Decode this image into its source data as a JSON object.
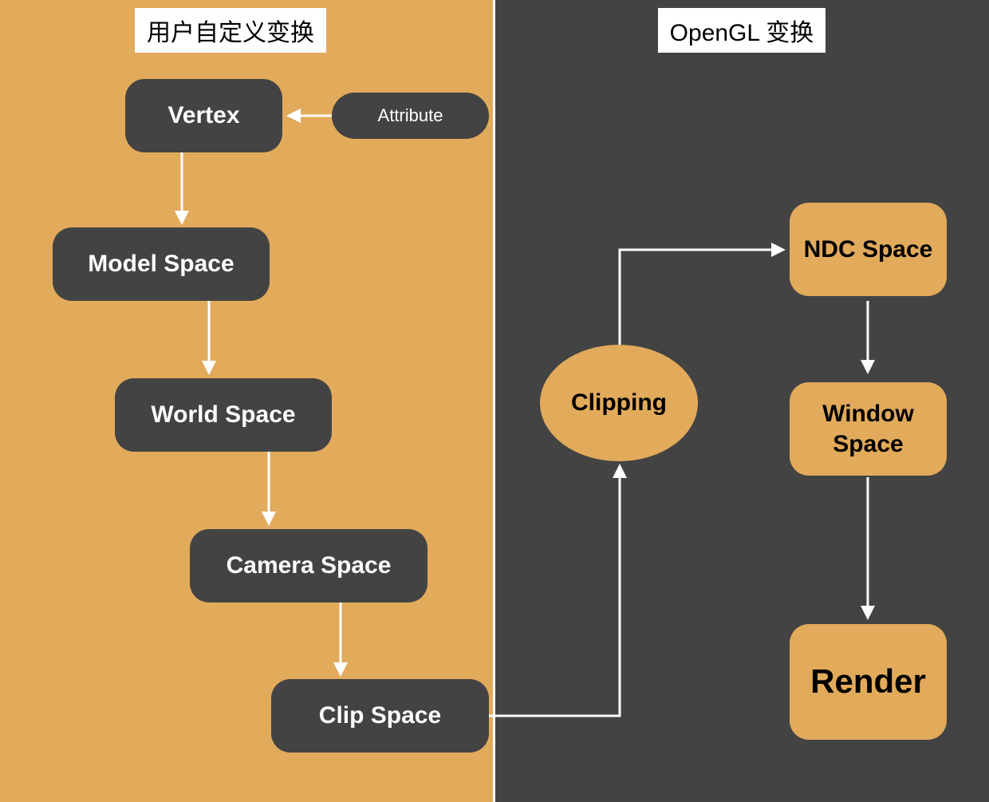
{
  "panels": {
    "left_title": "用户自定义变换",
    "right_title": "OpenGL 变换"
  },
  "nodes": {
    "vertex": "Vertex",
    "attribute": "Attribute",
    "model_space": "Model Space",
    "world_space": "World Space",
    "camera_space": "Camera Space",
    "clip_space": "Clip Space",
    "clipping": "Clipping",
    "ndc_space": "NDC Space",
    "window_space_line1": "Window",
    "window_space_line2": "Space",
    "render": "Render"
  },
  "colors": {
    "orange": "#e2aa5b",
    "dark": "#434343",
    "arrow_white": "#ffffff",
    "arrow_black": "#000000"
  }
}
